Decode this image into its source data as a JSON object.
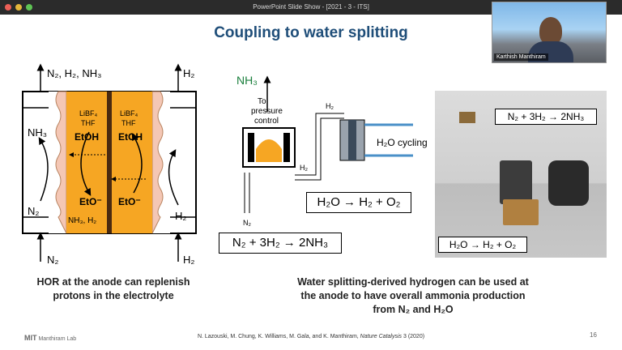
{
  "window": {
    "title": "PowerPoint Slide Show - [2021 - 3 - ITS]"
  },
  "slide": {
    "title": "Coupling to water splitting",
    "left_caption": [
      "HOR at the anode can replenish",
      "protons in the electrolyte"
    ],
    "right_caption": [
      "Water splitting-derived hydrogen can be used at",
      "the anode to have overall ammonia production",
      "from N₂ and H₂O"
    ],
    "footer_logo": "Manthiram Lab",
    "citation_authors": "N. Lazouski, M. Chung, K. Williams, M. Gala, and K. Manthiram, ",
    "citation_journal": "Nature Catalysis",
    "citation_rest": " 3 (2020)",
    "page_number": "16"
  },
  "video": {
    "name": "Karthish Manthiram"
  },
  "cell": {
    "top_left": "N₂, H₂, NH₃",
    "top_right": "H₂",
    "bottom_left": "N₂",
    "bottom_right": "H₂",
    "nh3": "NH₃",
    "n2": "N₂",
    "h2": "H₂",
    "libf4_a": "LiBF₄",
    "thf_a": "THF",
    "etoh_a": "EtOH",
    "eto_a": "EtO⁻",
    "libf4_b": "LiBF₄",
    "thf_b": "THF",
    "etoh_b": "EtOH",
    "eto_b": "EtO⁻",
    "nh3_h2": "NH₃, H₂"
  },
  "system": {
    "nh3": "NH₃",
    "pressure": [
      "To",
      "pressure",
      "control"
    ],
    "h2_top": "H₂",
    "h2_low": "H₂",
    "n2": "N₂",
    "h2o_cycling": "H₂O cycling",
    "eq_water": "H₂O → H₂ + O₂",
    "eq_ammonia": "N₂ + 3H₂ → 2NH₃"
  },
  "photo": {
    "eq_top": "N₂ + 3H₂ → 2NH₃",
    "eq_bottom": "H₂O → H₂ + O₂"
  },
  "colors": {
    "title": "#1f4e79",
    "electrolyte": "#f6a623",
    "pink": "#f4a6a6",
    "water": "#4a90c8"
  }
}
